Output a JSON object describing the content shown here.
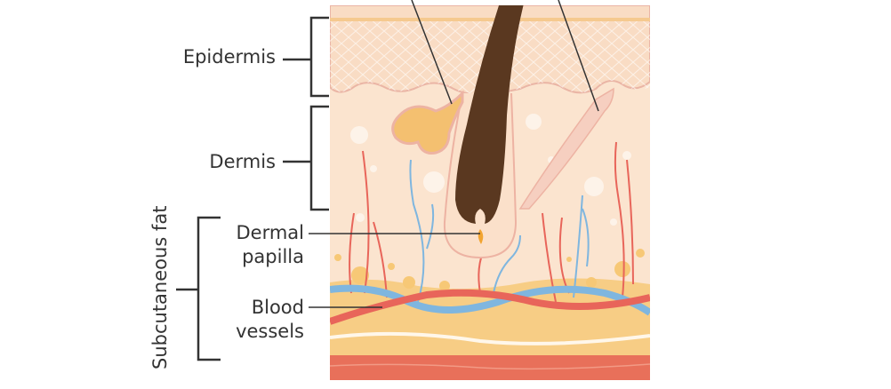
{
  "labels": {
    "epidermis": "Epidermis",
    "dermis": "Dermis",
    "subcutaneous_fat": "Subcutaneous fat",
    "dermal_papilla_line1": "Dermal",
    "dermal_papilla_line2": "papilla",
    "blood_vessels_line1": "Blood",
    "blood_vessels_line2": "vessels"
  },
  "colors": {
    "epidermis": "#f9dcc4",
    "dermis": "#fbe4cf",
    "fat": "#f7cd85",
    "hair": "#5a3820",
    "vein": "#7fb6df",
    "artery": "#e8655a",
    "muscle": "#e8705a",
    "gland": "#f4c070",
    "leader": "#333333"
  }
}
